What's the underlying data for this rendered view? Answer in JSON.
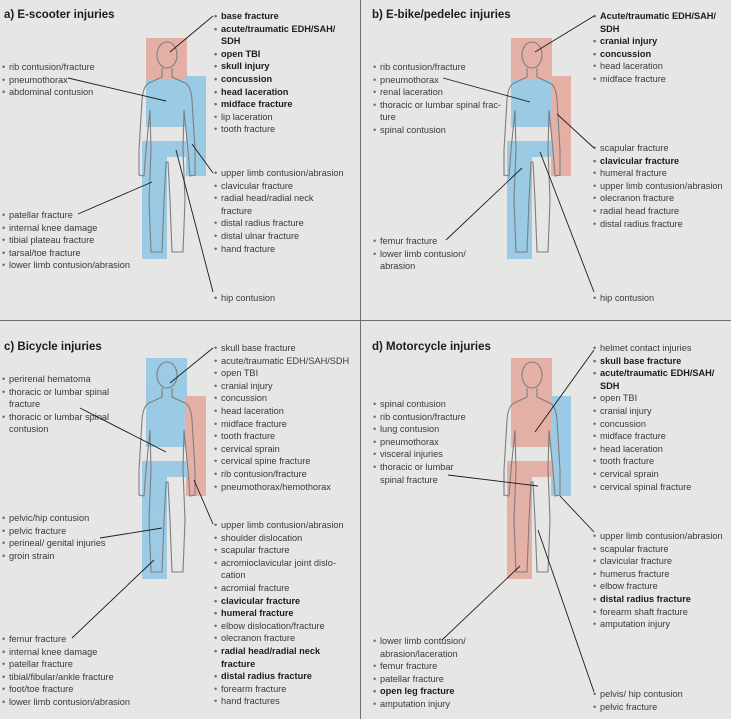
{
  "panels": [
    {
      "title": "a) E-scooter injuries",
      "left_top": [
        "rib contusion/fracture",
        "pneumothorax",
        "abdominal contusion"
      ],
      "left_bottom": [
        "patellar fracture",
        "internal knee damage",
        "tibial plateau fracture",
        "tarsal/toe fracture",
        "lower limb contusion/abrasion"
      ],
      "right_top": [
        {
          "t": "base fracture",
          "b": true
        },
        {
          "t": "acute/traumatic EDH/SAH/",
          "b": true
        },
        {
          "t": "SDH",
          "b": true,
          "cont": true
        },
        {
          "t": "open TBI",
          "b": true
        },
        {
          "t": "skull injury",
          "b": true
        },
        {
          "t": "concussion",
          "b": true
        },
        {
          "t": "head laceration",
          "b": true
        },
        {
          "t": "midface fracture",
          "b": true
        },
        {
          "t": "lip laceration",
          "b": false
        },
        {
          "t": "tooth fracture",
          "b": false
        }
      ],
      "right_mid": [
        {
          "t": "upper limb contusion/abrasion",
          "b": false
        },
        {
          "t": "clavicular fracture",
          "b": false
        },
        {
          "t": "radial head/radial neck",
          "b": false
        },
        {
          "t": "fracture",
          "b": false,
          "cont": true
        },
        {
          "t": "distal radius fracture",
          "b": false
        },
        {
          "t": "distal ulnar fracture",
          "b": false
        },
        {
          "t": "hand fracture",
          "b": false
        }
      ],
      "right_bottom": [
        {
          "t": "hip contusion",
          "b": false
        }
      ]
    },
    {
      "title": "b) E-bike/pedelec injuries",
      "left_top": [
        "rib contusion/fracture",
        "pneumothorax",
        "renal laceration",
        "thoracic or lumbar spinal frac-",
        "ture",
        "spinal contusion"
      ],
      "left_bottom": [
        "femur fracture",
        "lower limb contusion/",
        "abrasion"
      ],
      "right_top": [
        {
          "t": "Acute/traumatic EDH/SAH/",
          "b": true
        },
        {
          "t": "SDH",
          "b": true,
          "cont": true
        },
        {
          "t": "cranial injury",
          "b": true
        },
        {
          "t": "concussion",
          "b": true
        },
        {
          "t": "head laceration",
          "b": false
        },
        {
          "t": "midface fracture",
          "b": false
        }
      ],
      "right_mid": [
        {
          "t": "scapular fracture",
          "b": false
        },
        {
          "t": "clavicular fracture",
          "b": true
        },
        {
          "t": "humeral fracture",
          "b": false
        },
        {
          "t": "upper limb contusion/abrasion",
          "b": false
        },
        {
          "t": "olecranon fracture",
          "b": false
        },
        {
          "t": "radial head fracture",
          "b": false
        },
        {
          "t": "distal radius fracture",
          "b": false
        }
      ],
      "right_bottom": [
        {
          "t": "hip contusion",
          "b": false
        }
      ]
    },
    {
      "title": "c) Bicycle injuries",
      "left_top": [
        "perirenal hematoma",
        "thoracic or lumbar spinal",
        "fracture",
        "thoracic or lumbar spinal",
        "contusion"
      ],
      "left_mid": [
        "pelvic/hip contusion",
        "pelvic fracture",
        "perineal/ genital injuries",
        "groin strain"
      ],
      "left_bottom": [
        "femur fracture",
        "internal knee damage",
        "patellar fracture",
        "tibial/fibular/ankle fracture",
        "foot/toe fracture",
        "lower limb contusion/abrasion"
      ],
      "right_top": [
        {
          "t": "skull base fracture",
          "b": false
        },
        {
          "t": "acute/traumatic EDH/SAH/SDH",
          "b": false
        },
        {
          "t": "open TBI",
          "b": false
        },
        {
          "t": "cranial injury",
          "b": false
        },
        {
          "t": "concussion",
          "b": false
        },
        {
          "t": "head laceration",
          "b": false
        },
        {
          "t": "midface fracture",
          "b": false
        },
        {
          "t": "tooth fracture",
          "b": false
        },
        {
          "t": "cervical sprain",
          "b": false
        },
        {
          "t": "cervical spine fracture",
          "b": false
        },
        {
          "t": "rib contusion/fracture",
          "b": false
        },
        {
          "t": "pneumothorax/hemothorax",
          "b": false
        }
      ],
      "right_mid": [
        {
          "t": "upper limb contusion/abrasion",
          "b": false
        },
        {
          "t": "shoulder dislocation",
          "b": false
        },
        {
          "t": "scapular fracture",
          "b": false
        },
        {
          "t": "acromioclavicular joint dislo-",
          "b": false
        },
        {
          "t": "cation",
          "b": false,
          "cont": true
        },
        {
          "t": "acromial fracture",
          "b": false
        },
        {
          "t": "clavicular fracture",
          "b": true
        },
        {
          "t": "humeral fracture",
          "b": true
        },
        {
          "t": "elbow dislocation/fracture",
          "b": false
        },
        {
          "t": "olecranon fracture",
          "b": false
        },
        {
          "t": "radial head/radial neck",
          "b": true
        },
        {
          "t": "fracture",
          "b": true,
          "cont": true
        },
        {
          "t": "distal radius fracture",
          "b": true
        },
        {
          "t": "forearm fracture",
          "b": false
        },
        {
          "t": "hand fractures",
          "b": false
        }
      ]
    },
    {
      "title": "d) Motorcycle injuries",
      "left_top": [
        "spinal contusion",
        "rib contusion/fracture",
        "lung contusion",
        "pneumothorax",
        "visceral injuries",
        "thoracic or lumbar",
        "spinal fracture"
      ],
      "left_bottom": [
        {
          "t": "lower limb contusion/",
          "b": false
        },
        {
          "t": "abrasion/laceration",
          "b": false,
          "cont": true
        },
        {
          "t": "femur fracture",
          "b": false
        },
        {
          "t": "patellar fracture",
          "b": false
        },
        {
          "t": "open leg fracture",
          "b": true
        },
        {
          "t": "amputation injury",
          "b": false
        }
      ],
      "right_top": [
        {
          "t": "helmet contact injuries",
          "b": false
        },
        {
          "t": "skull base fracture",
          "b": true
        },
        {
          "t": "acute/traumatic EDH/SAH/",
          "b": true
        },
        {
          "t": "SDH",
          "b": true,
          "cont": true
        },
        {
          "t": "open TBI",
          "b": false
        },
        {
          "t": "cranial injury",
          "b": false
        },
        {
          "t": "concussion",
          "b": false
        },
        {
          "t": "midface fracture",
          "b": false
        },
        {
          "t": "head laceration",
          "b": false
        },
        {
          "t": "tooth fracture",
          "b": false
        },
        {
          "t": "cervical sprain",
          "b": false
        },
        {
          "t": "cervical spinal fracture",
          "b": false
        }
      ],
      "right_mid": [
        {
          "t": "upper limb contusion/abrasion",
          "b": false
        },
        {
          "t": "scapular fracture",
          "b": false
        },
        {
          "t": "clavicular fracture",
          "b": false
        },
        {
          "t": "humerus fracture",
          "b": false
        },
        {
          "t": "elbow fracture",
          "b": false
        },
        {
          "t": "distal radius fracture",
          "b": true
        },
        {
          "t": "forearm shaft fracture",
          "b": false
        },
        {
          "t": "amputation injury",
          "b": false
        }
      ],
      "right_bottom": [
        {
          "t": "pelvis/ hip contusion",
          "b": false
        },
        {
          "t": "pelvic fracture",
          "b": false
        }
      ]
    }
  ],
  "colors": {
    "blue": "#8fc6e6",
    "red": "#e4a79c",
    "background": "#e6e6e5",
    "divider": "#6f6f6f",
    "body_outline": "#7e7e7e"
  },
  "region_colors": [
    {
      "head": "red",
      "torso": "blue",
      "arm": "blue",
      "pelvis": "blue",
      "legs": "blue"
    },
    {
      "head": "red",
      "torso": "blue",
      "arm": "red",
      "pelvis": "blue",
      "legs": "blue"
    },
    {
      "head": "blue",
      "torso": "blue",
      "arm": "red",
      "pelvis": "blue",
      "legs": "blue"
    },
    {
      "head": "red",
      "torso": "red",
      "arm": "blue",
      "pelvis": "red",
      "legs": "red"
    }
  ]
}
